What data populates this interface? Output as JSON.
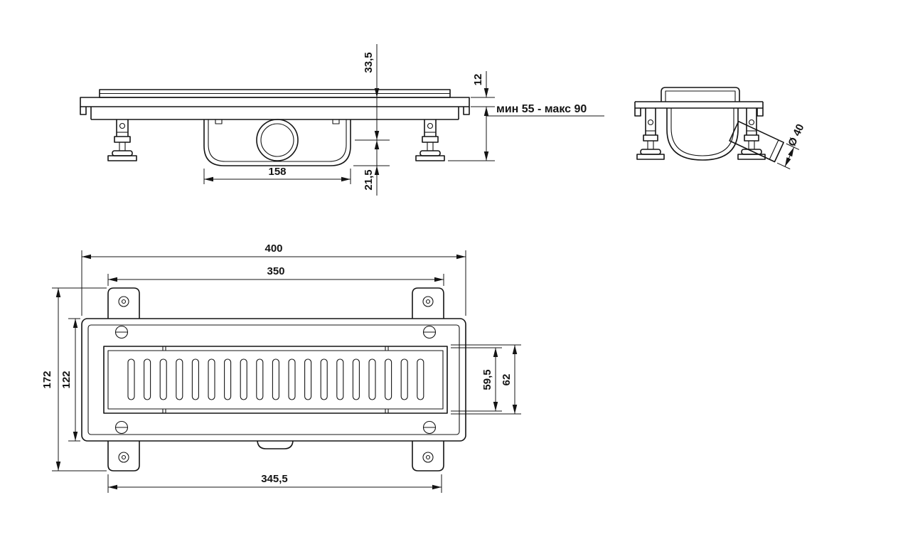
{
  "colors": {
    "line": "#141414",
    "background": "#ffffff"
  },
  "views": {
    "side": {
      "dims": {
        "top_to_outlet_center": "33,5",
        "outlet_center_to_bottom": "21,5",
        "flange_thickness": "12",
        "height_range": "мин 55 - макс 90",
        "trap_length": "158"
      }
    },
    "end": {
      "dims": {
        "outlet_diameter": "Ø 40"
      }
    },
    "plan": {
      "dims": {
        "overall_length": "400",
        "mounting_span": "350",
        "overall_width": "172",
        "body_width": "122",
        "grate_inner_width": "59,5",
        "grate_outer_width": "62",
        "lower_span": "345,5"
      }
    }
  }
}
